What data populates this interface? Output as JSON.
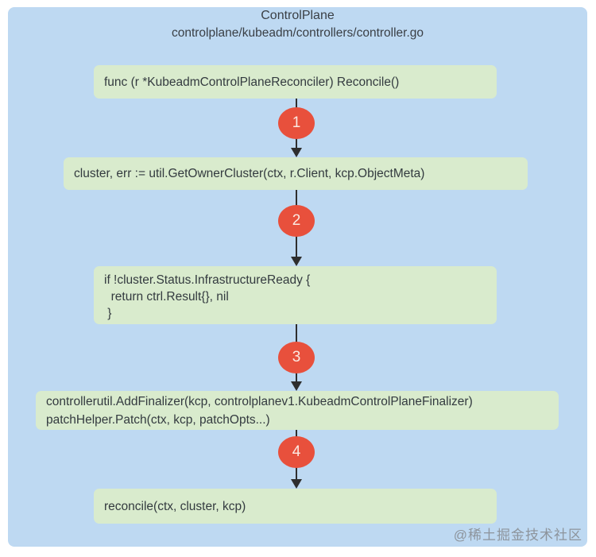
{
  "header": {
    "title": "ControlPlane",
    "subtitle": "controlplane/kubeadm/controllers/controller.go"
  },
  "flow": {
    "steps": [
      {
        "name": "reconcile-func",
        "lines": [
          "func (r *KubeadmControlPlaneReconciler) Reconcile()"
        ]
      },
      {
        "name": "get-owner-cluster",
        "lines": [
          "cluster, err := util.GetOwnerCluster(ctx, r.Client, kcp.ObjectMeta)"
        ]
      },
      {
        "name": "infrastructure-ready-check",
        "lines": [
          "if !cluster.Status.InfrastructureReady {",
          "  return ctrl.Result{}, nil",
          " }"
        ]
      },
      {
        "name": "add-finalizer-patch",
        "lines": [
          "controllerutil.AddFinalizer(kcp, controlplanev1.KubeadmControlPlaneFinalizer)",
          "patchHelper.Patch(ctx, kcp, patchOpts...)"
        ]
      },
      {
        "name": "reconcile-call",
        "lines": [
          "reconcile(ctx, cluster, kcp)"
        ]
      }
    ],
    "badges": [
      "1",
      "2",
      "3",
      "4"
    ]
  },
  "watermark": "@稀土掘金技术社区",
  "colors": {
    "canvas_blue": "#bed9f2",
    "box_green": "#d9ebcd",
    "badge_red": "#e8503c",
    "connector_dark": "#2e2e2e",
    "text_dark": "#333a3f",
    "watermark_gray": "#8d949c"
  }
}
